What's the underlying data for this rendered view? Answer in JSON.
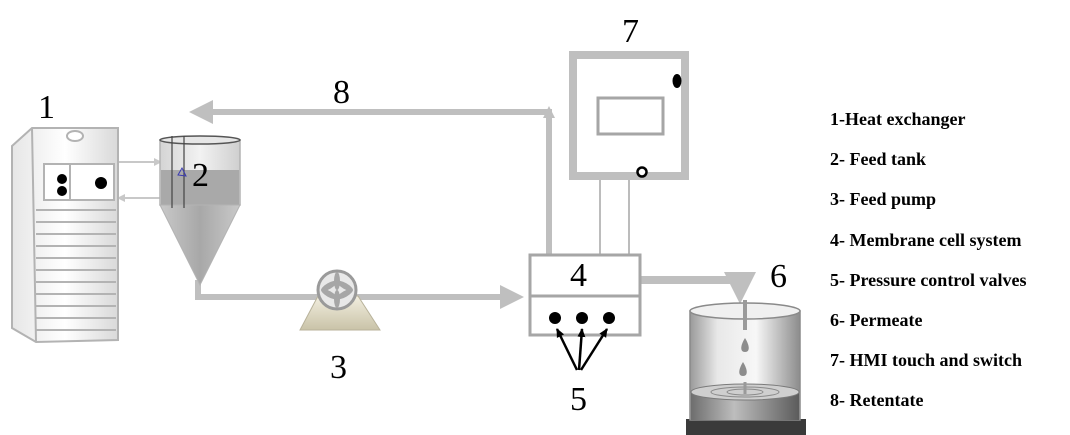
{
  "labels": {
    "n1": "1",
    "n2": "2",
    "n3": "3",
    "n4": "4",
    "n5": "5",
    "n6": "6",
    "n7": "7",
    "n8": "8"
  },
  "legend": [
    "1-Heat exchanger",
    "2- Feed tank",
    "3- Feed pump",
    "4- Membrane cell system",
    "5- Pressure  control valves",
    "6- Permeate",
    "7-  HMI touch and switch",
    "8- Retentate"
  ],
  "colors": {
    "pipe": "#bfbfbf",
    "equipment_outline": "#a6a6a6",
    "dark": "#000000"
  }
}
